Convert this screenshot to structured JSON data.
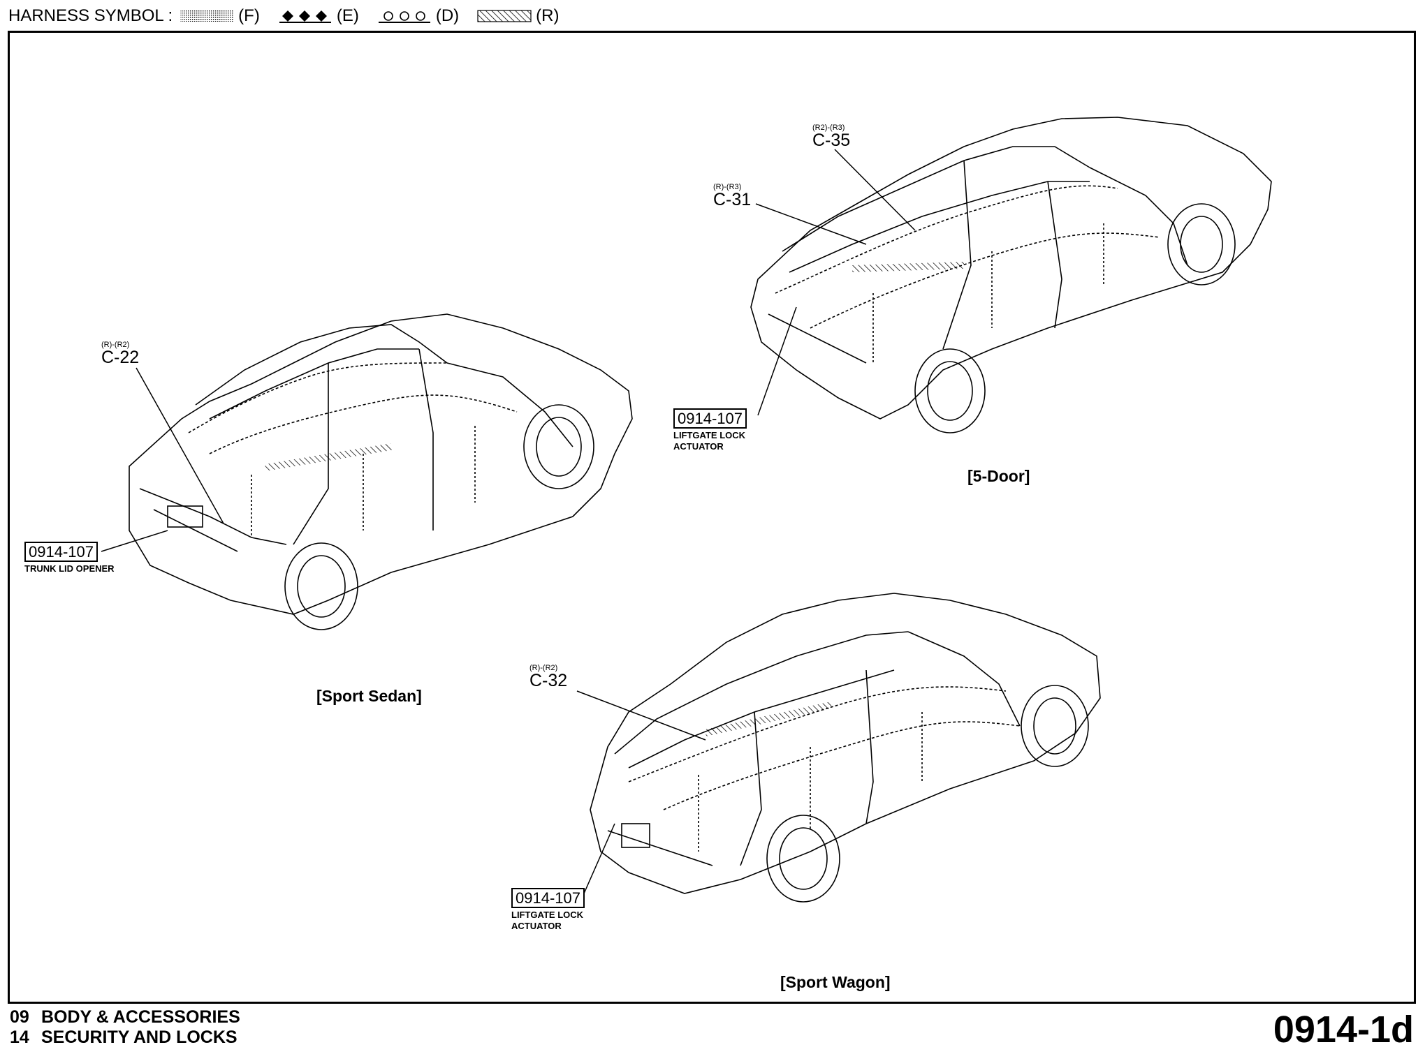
{
  "legend": {
    "title": "HARNESS SYMBOL :",
    "items": [
      {
        "code": "(F)",
        "icon": "dotted-fill-pattern"
      },
      {
        "code": "(E)",
        "icon": "diamond-chain-pattern"
      },
      {
        "code": "(D)",
        "icon": "circle-chain-pattern"
      },
      {
        "code": "(R)",
        "icon": "diagonal-hatch-pattern"
      }
    ]
  },
  "views": {
    "sedan": {
      "label": "[Sport Sedan]",
      "callout": {
        "sup": "(R)-(R2)",
        "id": "C-22"
      },
      "ref": {
        "code": "0914-107",
        "caption": "TRUNK LID OPENER"
      }
    },
    "five_door": {
      "label": "[5-Door]",
      "callouts": [
        {
          "sup": "(R2)-(R3)",
          "id": "C-35"
        },
        {
          "sup": "(R)-(R3)",
          "id": "C-31"
        }
      ],
      "ref": {
        "code": "0914-107",
        "caption": "LIFTGATE LOCK\nACTUATOR"
      }
    },
    "wagon": {
      "label": "[Sport Wagon]",
      "callout": {
        "sup": "(R)-(R2)",
        "id": "C-32"
      },
      "ref": {
        "code": "0914-107",
        "caption": "LIFTGATE LOCK\nACTUATOR"
      }
    }
  },
  "footer": {
    "section_num": "09",
    "section": "BODY & ACCESSORIES",
    "subsection_num": "14",
    "subsection": "SECURITY AND LOCKS",
    "page_id": "0914-1d"
  }
}
